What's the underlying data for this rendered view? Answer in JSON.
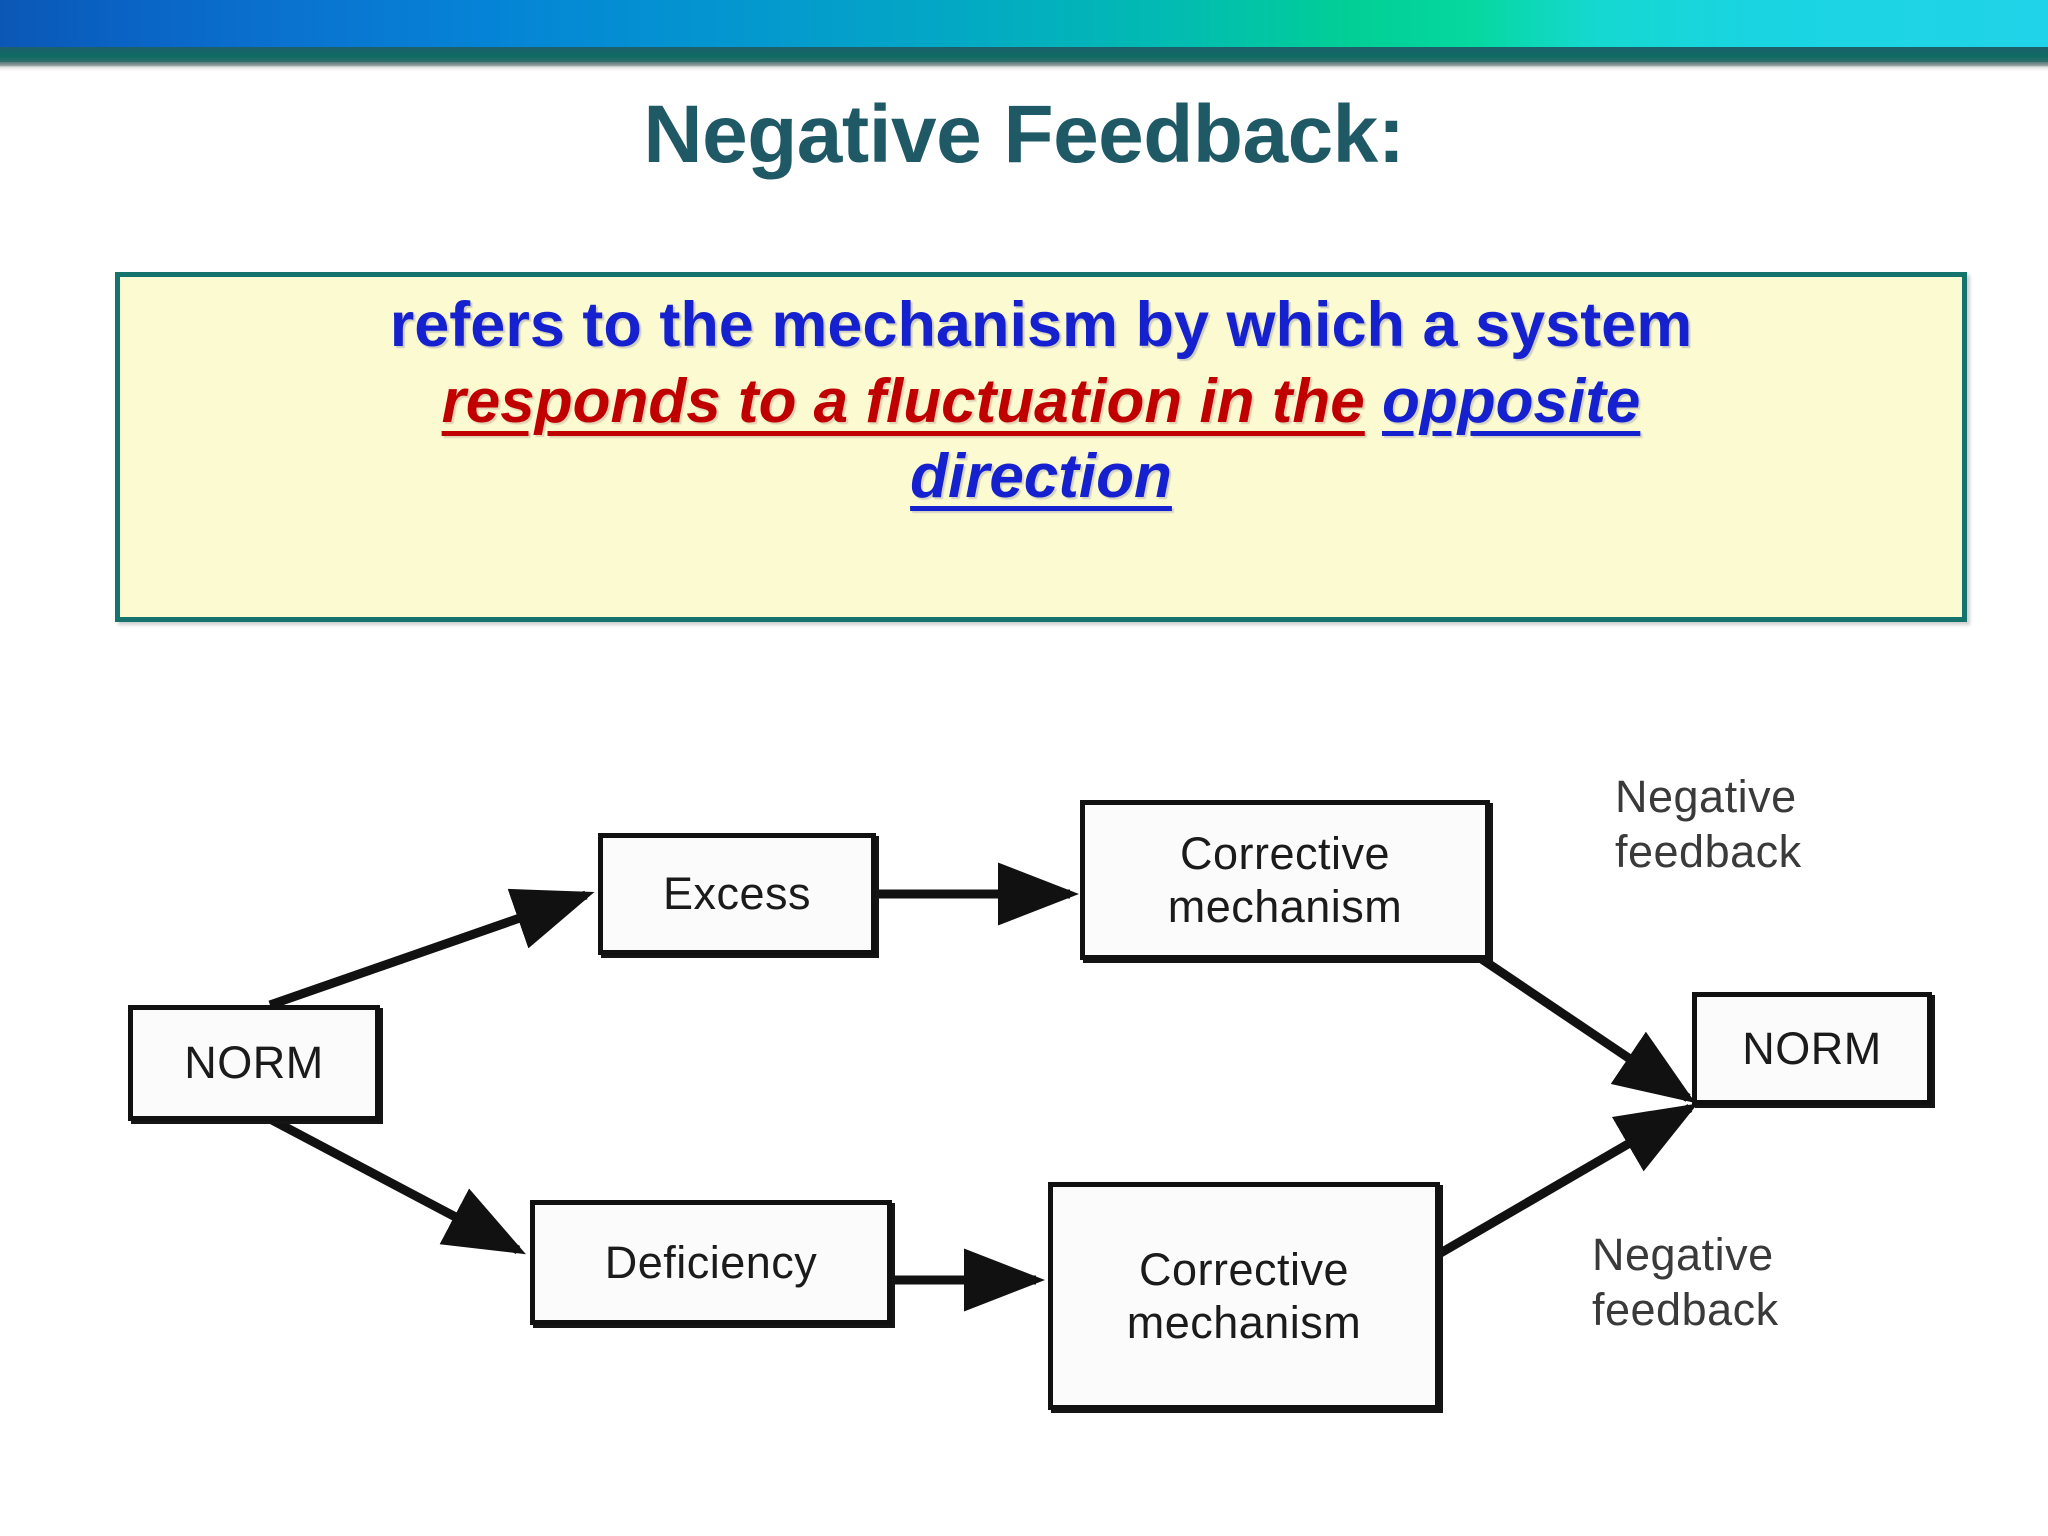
{
  "slide": {
    "title": "Negative Feedback:",
    "title_color": "#1f5965",
    "background": "#ffffff"
  },
  "banner": {
    "gradient_from": "#0b57b5",
    "gradient_to": "#21d3e8",
    "underline_color": "#0d6b63"
  },
  "callout": {
    "background": "#fbfad0",
    "border_color": "#14736c",
    "line1": "refers to the mechanism by which a system",
    "line2_red": "responds to a fluctuation in the",
    "line2_blue": "opposite",
    "line3_blue": "direction",
    "red_color": "#c00000",
    "blue_color": "#1521cf"
  },
  "diagram": {
    "type": "flowchart",
    "boxes": [
      {
        "id": "norm-left",
        "label": "NORM"
      },
      {
        "id": "excess",
        "label": "Excess"
      },
      {
        "id": "corrective-top",
        "label": "Corrective\nmechanism"
      },
      {
        "id": "norm-right",
        "label": "NORM"
      },
      {
        "id": "deficiency",
        "label": "Deficiency"
      },
      {
        "id": "corrective-bottom",
        "label": "Corrective\nmechanism"
      }
    ],
    "labels": [
      {
        "id": "negative-feedback-top",
        "text": "Negative\nfeedback"
      },
      {
        "id": "negative-feedback-bottom",
        "text": "Negative\nfeedback"
      }
    ],
    "edges": [
      {
        "from": "norm-left",
        "to": "excess"
      },
      {
        "from": "excess",
        "to": "corrective-top"
      },
      {
        "from": "corrective-top",
        "to": "norm-right"
      },
      {
        "from": "norm-left",
        "to": "deficiency"
      },
      {
        "from": "deficiency",
        "to": "corrective-bottom"
      },
      {
        "from": "corrective-bottom",
        "to": "norm-right"
      }
    ],
    "line_color": "#111111"
  }
}
